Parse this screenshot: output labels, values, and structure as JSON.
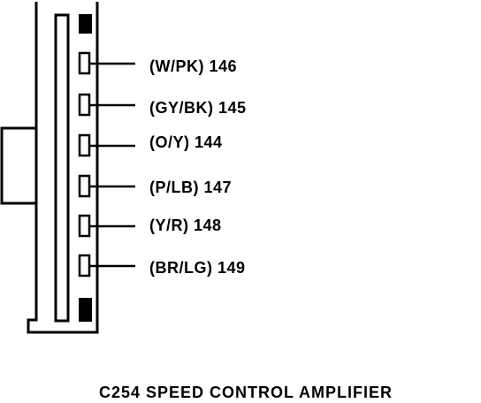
{
  "connector": {
    "pins": [
      {
        "label": "(W/PK) 146"
      },
      {
        "label": "(GY/BK) 145"
      },
      {
        "label": "(O/Y) 144"
      },
      {
        "label": "(P/LB) 147"
      },
      {
        "label": "(Y/R) 148"
      },
      {
        "label": "(BR/LG) 149"
      }
    ]
  },
  "caption": "C254 SPEED CONTROL AMPLIFIER"
}
